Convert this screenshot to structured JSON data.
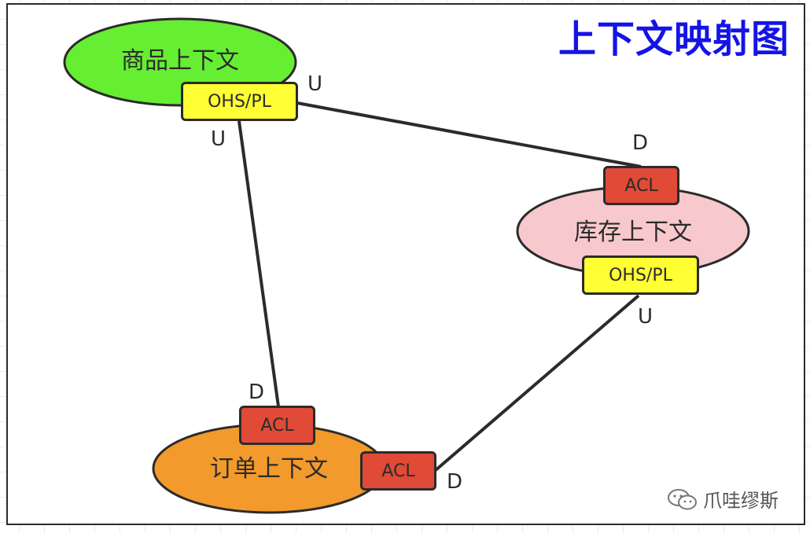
{
  "title": "上下文映射图",
  "contexts": {
    "product": {
      "label": "商品上下文",
      "color": "#66ee33"
    },
    "inventory": {
      "label": "库存上下文",
      "color": "#f7c9cc"
    },
    "order": {
      "label": "订单上下文",
      "color": "#f29a2b"
    }
  },
  "tags": {
    "product_ohs": "OHS/PL",
    "inventory_acl": "ACL",
    "inventory_ohs": "OHS/PL",
    "order_acl_top": "ACL",
    "order_acl_right": "ACL"
  },
  "markers": {
    "product_right_u": "U",
    "product_bottom_u": "U",
    "inventory_top_d": "D",
    "inventory_bottom_u": "U",
    "order_top_d": "D",
    "order_right_d": "D"
  },
  "watermark": {
    "icon": "wechat-icon",
    "text": "爪哇缪斯"
  },
  "colors": {
    "title": "#1414e6",
    "ohs_tag": "#ffff33",
    "acl_tag": "#e04a36",
    "line": "#2b2b2b"
  }
}
